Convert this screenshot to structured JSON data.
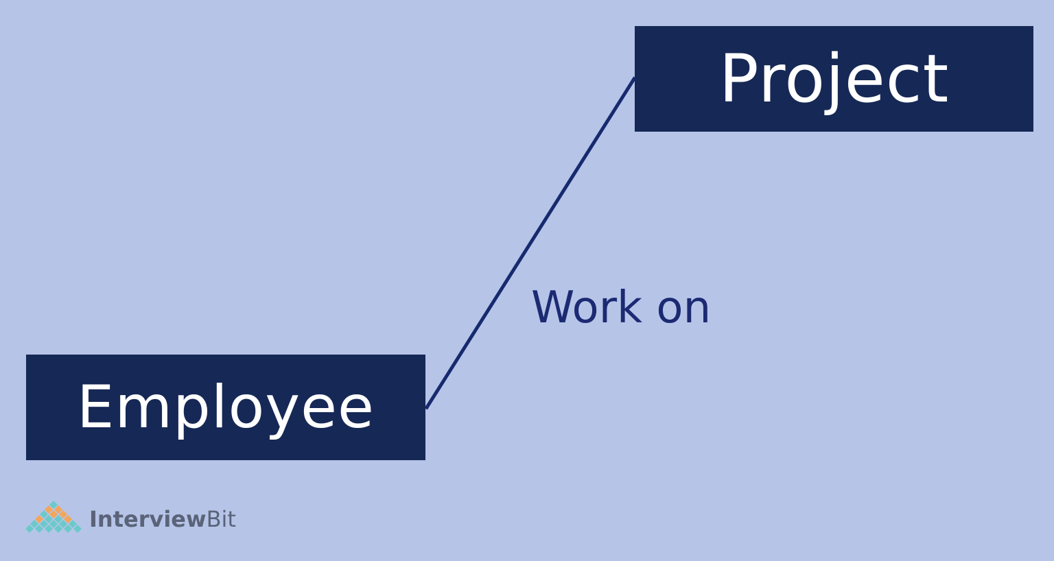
{
  "diagram": {
    "entities": [
      {
        "id": "project",
        "label": "Project"
      },
      {
        "id": "employee",
        "label": "Employee"
      }
    ],
    "relationship": {
      "from": "employee",
      "to": "project",
      "label": "Work on"
    }
  },
  "logo": {
    "name_part1": "Interview",
    "name_part2": "Bit",
    "colors": {
      "teal": "#6cc9c9",
      "orange": "#f2a65a",
      "text": "#5a6378"
    }
  },
  "colors": {
    "background": "#b6c4e8",
    "entity_fill": "#162855",
    "entity_text": "#ffffff",
    "connector": "#172a6e",
    "relation_text": "#1b2a72"
  }
}
